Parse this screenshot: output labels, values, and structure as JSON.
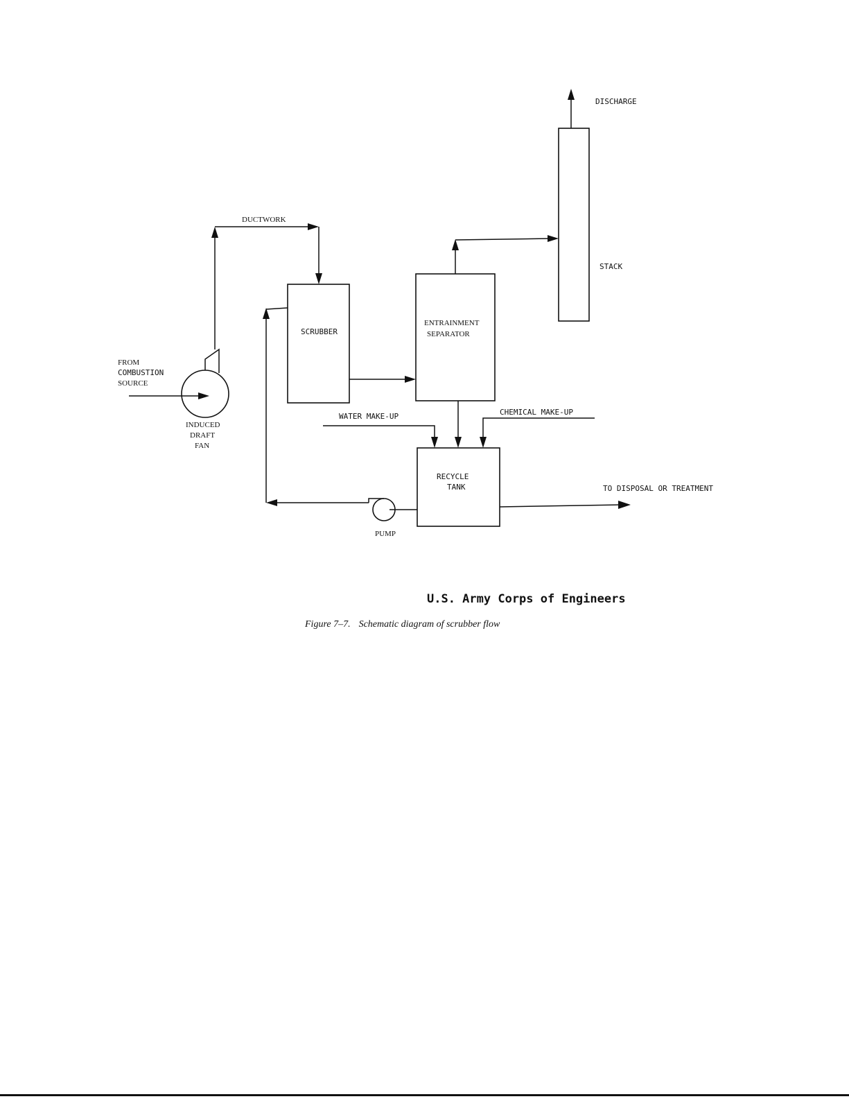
{
  "diagram": {
    "labels": {
      "discharge": "DISCHARGE",
      "stack": "STACK",
      "ductwork": "DUCTWORK",
      "scrubber": "SCRUBBER",
      "entrainment": "ENTRAINMENT",
      "separator": "SEPARATOR",
      "from": "FROM",
      "combustion": "COMBUSTION",
      "source": "SOURCE",
      "induced": "INDUCED",
      "draft": "DRAFT",
      "fan": "FAN",
      "water_makeup": "WATER MAKE-UP",
      "chemical_makeup": "CHEMICAL MAKE-UP",
      "recycle": "RECYCLE",
      "tank": "TANK",
      "disposal": "TO DISPOSAL OR TREATMENT",
      "pump": "PUMP"
    }
  },
  "credit": "U.S. Army Corps of Engineers",
  "caption": {
    "figure_number": "Figure 7–7.",
    "text": "Schematic diagram of scrubber flow"
  }
}
